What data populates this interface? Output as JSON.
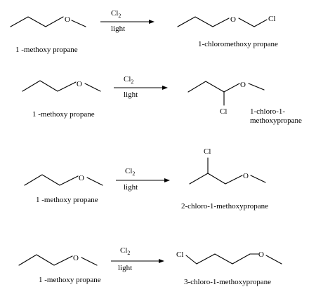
{
  "atoms": {
    "oxygen": "O",
    "chlorine": "Cl"
  },
  "conditions": {
    "reagent_base": "Cl",
    "reagent_subscript": "2",
    "condition": "light"
  },
  "reactions": [
    {
      "reactant_name": "1 -methoxy propane",
      "product_name": "1-chloromethoxy propane"
    },
    {
      "reactant_name": "1 -methoxy propane",
      "product_name_line1": "1-chloro-1-",
      "product_name_line2": "methoxypropane"
    },
    {
      "reactant_name": "1 -methoxy propane",
      "product_name": "2-chloro-1-methoxypropane"
    },
    {
      "reactant_name": "1 -methoxy propane",
      "product_name": "3-chloro-1-methoxypropane"
    }
  ]
}
